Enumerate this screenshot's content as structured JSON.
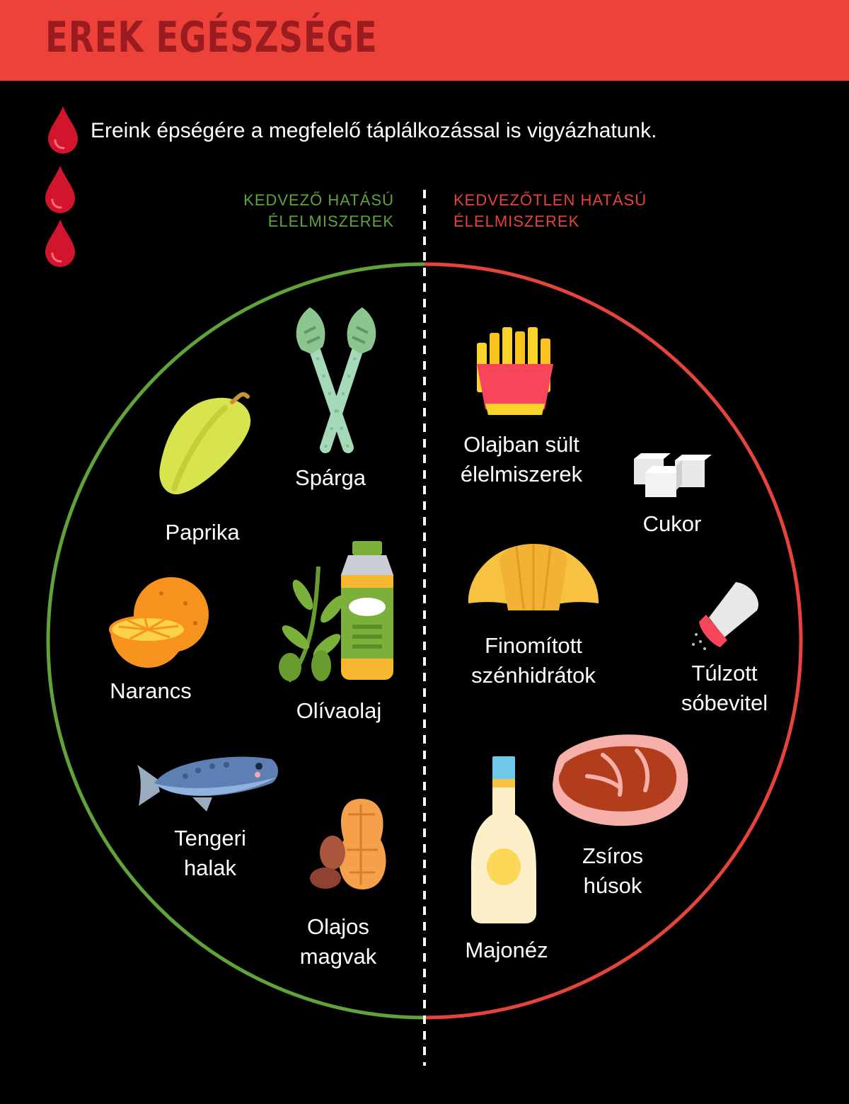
{
  "title": "EREK EGÉSZSÉGE",
  "intro": "Ereink épségére a megfelelő táplálkozással is vigyázhatunk.",
  "colors": {
    "banner": "#ed4239",
    "title": "#9b1c20",
    "good": "#5fa33a",
    "bad": "#e4443c",
    "drop": "#d1152c"
  },
  "good_foods": {
    "header": [
      "KEDVEZŐ HATÁSÚ",
      "ÉLELMISZEREK"
    ],
    "items": [
      {
        "icon": "asparagus-icon",
        "label": [
          "Spárga"
        ]
      },
      {
        "icon": "pepper-icon",
        "label": [
          "Paprika"
        ]
      },
      {
        "icon": "orange-icon",
        "label": [
          "Narancs"
        ]
      },
      {
        "icon": "olive-oil-icon",
        "label": [
          "Olívaolaj"
        ]
      },
      {
        "icon": "fish-icon",
        "label": [
          "Tengeri",
          "halak"
        ]
      },
      {
        "icon": "nuts-icon",
        "label": [
          "Olajos",
          "magvak"
        ]
      }
    ]
  },
  "bad_foods": {
    "header": [
      "KEDVEZŐTLEN HATÁSÚ",
      "ÉLELMISZEREK"
    ],
    "items": [
      {
        "icon": "fries-icon",
        "label": [
          "Olajban sült",
          "élelmiszerek"
        ]
      },
      {
        "icon": "sugar-cubes-icon",
        "label": [
          "Cukor"
        ]
      },
      {
        "icon": "croissant-icon",
        "label": [
          "Finomított",
          "szénhidrátok"
        ]
      },
      {
        "icon": "salt-shaker-icon",
        "label": [
          "Túlzott",
          "sóbevitel"
        ]
      },
      {
        "icon": "mayonnaise-icon",
        "label": [
          "Majonéz"
        ]
      },
      {
        "icon": "meat-icon",
        "label": [
          "Zsíros",
          "húsok"
        ]
      }
    ]
  }
}
